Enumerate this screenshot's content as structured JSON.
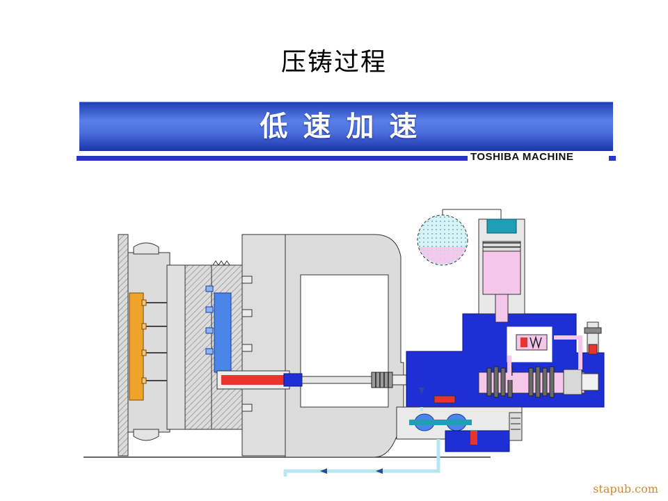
{
  "header": {
    "title": "压铸过程"
  },
  "banner": {
    "text": "低速加速",
    "brand": "TOSHIBA MACHINE"
  },
  "watermark": "stapub.com",
  "colors": {
    "banner_blue": "#3f63d6",
    "hydraulic_blue": "#1f2fd6",
    "molten_metal": "#e8342c",
    "oil_pink": "#f3c6ea",
    "cavity_blue": "#4a86e8",
    "ejector_orange": "#f0a32a",
    "line_cyan": "#b7e6f0"
  }
}
